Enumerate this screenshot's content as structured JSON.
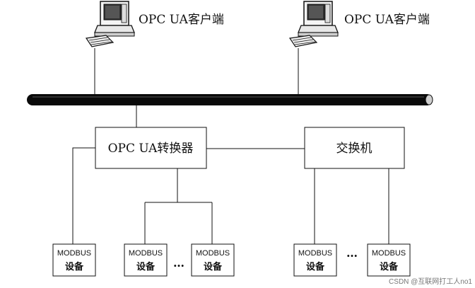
{
  "clients": [
    {
      "label": "OPC UA客户端"
    },
    {
      "label": "OPC UA客户端"
    }
  ],
  "converter": {
    "label": "OPC UA转换器"
  },
  "switch": {
    "label": "交换机"
  },
  "devices": [
    {
      "line1": "MODBUS",
      "line2": "设备"
    },
    {
      "line1": "MODBUS",
      "line2": "设备"
    },
    {
      "line1": "MODBUS",
      "line2": "设备"
    },
    {
      "line1": "MODBUS",
      "line2": "设备"
    },
    {
      "line1": "MODBUS",
      "line2": "设备"
    }
  ],
  "ellipsis": [
    "…",
    "…"
  ],
  "watermark": "CSDN @互联网打工人no1",
  "colors": {
    "line": "#111111",
    "bus": "#0a0a0a",
    "monitor_screen": "#2a2a2a"
  },
  "icons": [
    "computer-icon",
    "computer-icon"
  ]
}
